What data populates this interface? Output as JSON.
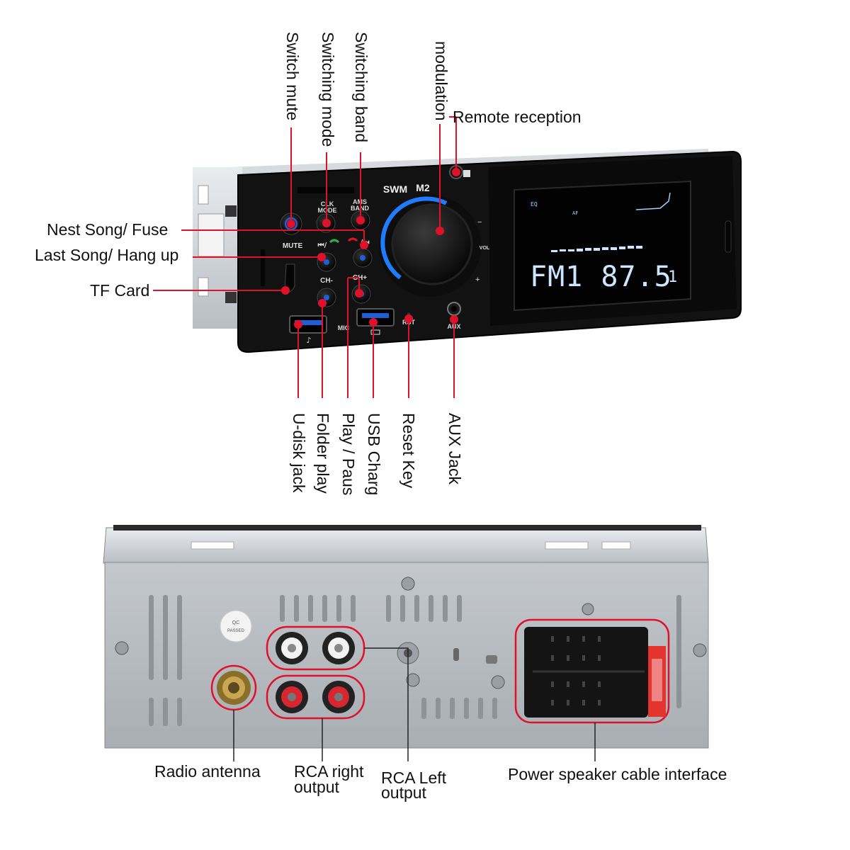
{
  "front_unit": {
    "brand": "SWM",
    "model": "M2",
    "buttons": {
      "mute": "MUTE",
      "clk_mode_top": "CLK",
      "clk_mode_bottom": "MODE",
      "ams_band_top": "AMS",
      "ams_band_bottom": "BAND",
      "prev_symbol": "⏮/",
      "next_symbol": "/⏭",
      "ch_minus": "CH-",
      "ch_plus": "CH+"
    },
    "ports": {
      "mic": "MIC",
      "rst": "RST",
      "aux": "AUX",
      "vol": "VOL"
    },
    "display": {
      "main_text": "FM1  87.5",
      "channel": "1",
      "eq": "EQ",
      "af": "AF"
    }
  },
  "front_labels": {
    "vertical_top": [
      "Switch mute",
      "Switching mode",
      "Switching band",
      "modulation"
    ],
    "remote": "Remote reception",
    "left": [
      "Nest Song/ Fuse",
      "Last Song/ Hang up",
      "TF Card"
    ],
    "vertical_bottom": [
      "U-disk jack",
      "Folder play",
      "Play / Paus",
      "USB Charg",
      "Reset Key",
      "AUX Jack"
    ]
  },
  "rear_unit": {
    "qc_sticker_top": "QC",
    "qc_sticker_bottom": "PASSED"
  },
  "rear_labels": {
    "antenna": "Radio antenna",
    "rca_right_line1": "RCA right",
    "rca_right_line2": "output",
    "rca_left_line1": "RCA Left",
    "rca_left_line2": "output",
    "power": "Power speaker cable interface"
  },
  "colors": {
    "callout_red": "#e0112b",
    "button_blue": "#1f5fd6",
    "lcd_text": "#cfe6ff",
    "panel_black": "#111111"
  }
}
